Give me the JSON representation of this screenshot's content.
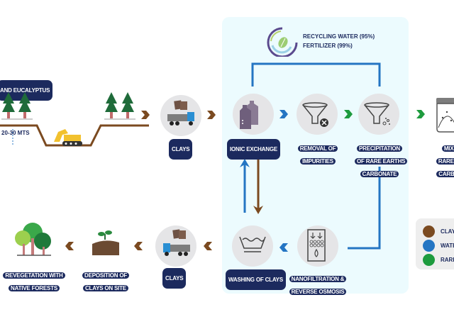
{
  "colors": {
    "clays": "#7b4a20",
    "water": "#2475c3",
    "rare_earths": "#1e9b3e",
    "label_bg": "#1c2a5e",
    "panel_bg": "#ecfbfe"
  },
  "header": {
    "recycling_water": "RECYCLING WATER (95%)",
    "fertilizer": "FERTILIZER (99%)",
    "logo_icon": "circular-leaf-logo"
  },
  "top_row": {
    "forest_label": "AND EUCALYPTUS",
    "depth_label": "20-30 MTS",
    "clays_truck_label": "CLAYS",
    "ionic_exchange_label": "IONIC EXCHANGE",
    "removal_label": [
      "REMOVAL OF",
      "IMPURITIES"
    ],
    "precipitation_label": [
      "PRECIPITATION",
      "OF RARE EARTHS",
      "CARBONATE"
    ],
    "mixed_label": [
      "MIXED",
      "RARE EAR",
      "CARBONA"
    ]
  },
  "bottom_row": {
    "revegetation_label": [
      "REVEGETATION WITH",
      "NATIVE FORESTS"
    ],
    "deposition_label": [
      "DEPOSITION OF",
      "CLAYS ON SITE"
    ],
    "clays_truck_label": "CLAYS",
    "washing_label": "WASHING OF CLAYS",
    "nanofiltration_label": [
      "NANOFILTRATION &",
      "REVERSE OSMOSIS"
    ]
  },
  "legend": {
    "items": [
      {
        "label": "CLAYS",
        "color": "#7b4a20"
      },
      {
        "label": "WATER",
        "color": "#2475c3"
      },
      {
        "label": "RARE E",
        "color": "#1e9b3e"
      }
    ]
  }
}
